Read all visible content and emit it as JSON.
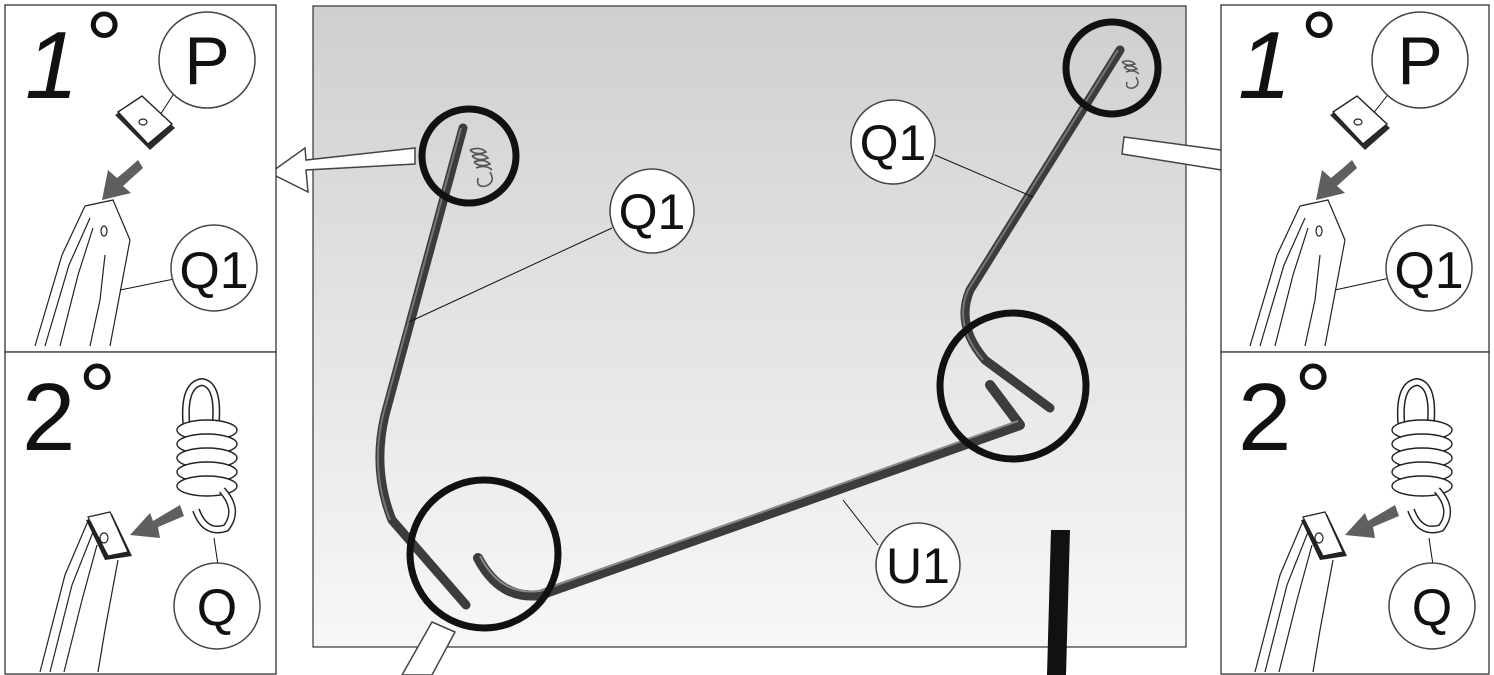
{
  "left_panel": {
    "step1": {
      "number": "1",
      "degree": "°",
      "part": "P",
      "tube": "Q1"
    },
    "step2": {
      "number": "2",
      "degree": "°",
      "part": "Q"
    }
  },
  "right_panel": {
    "step1": {
      "number": "1",
      "degree": "°",
      "part": "P",
      "tube": "Q1"
    },
    "step2": {
      "number": "2",
      "degree": "°",
      "part": "Q"
    }
  },
  "main": {
    "labels": {
      "left_tube": "Q1",
      "right_tube": "Q1",
      "base": "U1"
    }
  }
}
